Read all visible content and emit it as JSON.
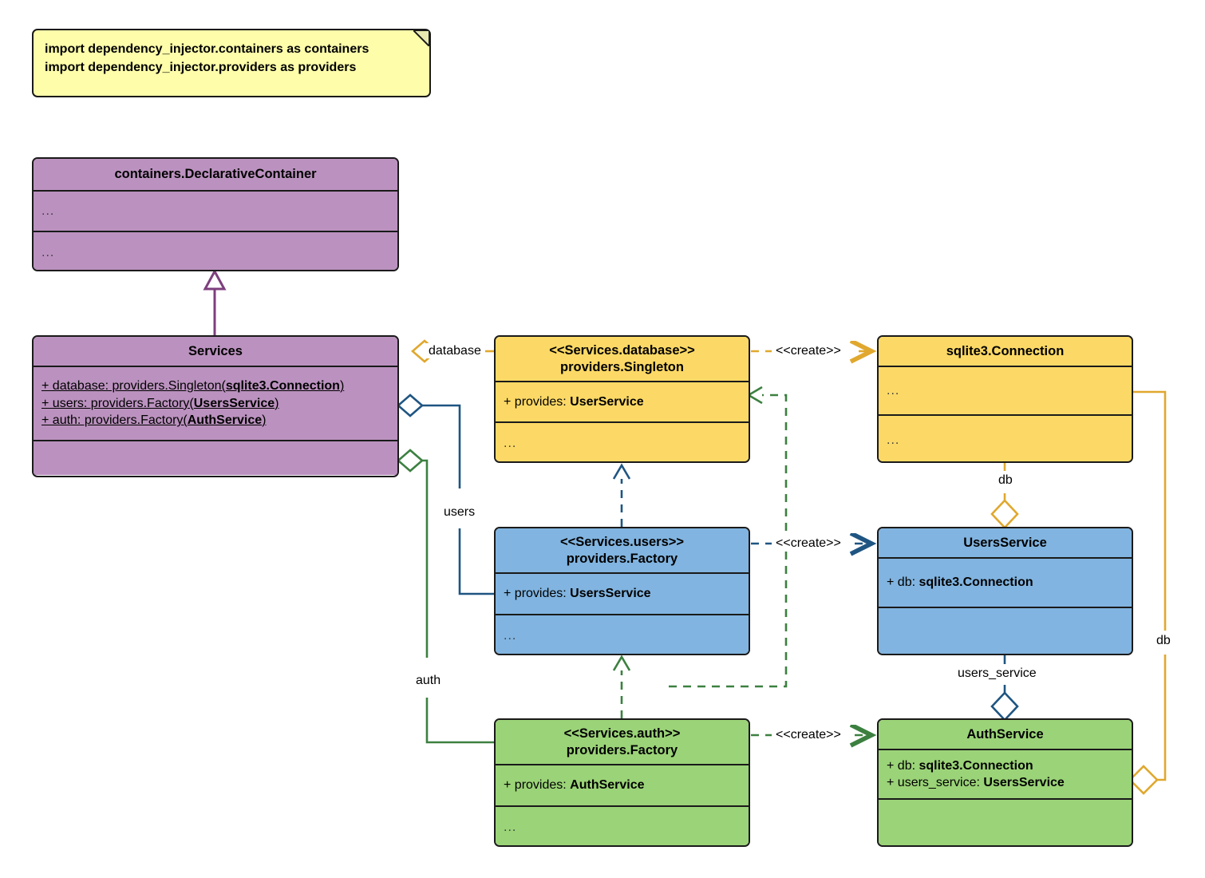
{
  "diagram": {
    "title": "Dependency Injector containers UML class diagram",
    "colors": {
      "purple": "#bb92bf",
      "yellow": "#fcd966",
      "blue": "#81b4e0",
      "green": "#9bd378",
      "note": "#fdfdaa",
      "purple_line": "#7d3f7d",
      "yellow_line": "#e0a82e",
      "blue_line": "#1f5582",
      "green_line": "#3c8040",
      "outline": "#1a1a1a"
    }
  },
  "note": {
    "lines": [
      "import dependency_injector.containers as containers",
      "import dependency_injector.providers as providers"
    ]
  },
  "classes": {
    "declarative_container": {
      "name": "containers.DeclarativeContainer",
      "attributes": [
        "..."
      ],
      "operations": [
        "..."
      ]
    },
    "services": {
      "name": "Services",
      "attributes": [
        "+ database: providers.Singleton(sqlite3.Connection)",
        "+ users: providers.Factory(UsersService)",
        "+ auth: providers.Factory(AuthService)"
      ],
      "operations": []
    },
    "services_database": {
      "stereotype": "<<Services.database>>",
      "name": "providers.Singleton",
      "attributes": [
        "+ provides: UserService"
      ],
      "operations": [
        "..."
      ]
    },
    "services_users": {
      "stereotype": "<<Services.users>>",
      "name": "providers.Factory",
      "attributes": [
        "+ provides: UsersService"
      ],
      "operations": [
        "..."
      ]
    },
    "services_auth": {
      "stereotype": "<<Services.auth>>",
      "name": "providers.Factory",
      "attributes": [
        "+ provides: AuthService"
      ],
      "operations": [
        "..."
      ]
    },
    "sqlite3_connection": {
      "name": "sqlite3.Connection",
      "attributes": [
        "..."
      ],
      "operations": [
        "..."
      ]
    },
    "users_service": {
      "name": "UsersService",
      "attributes": [
        "+ db: sqlite3.Connection"
      ],
      "operations": []
    },
    "auth_service": {
      "name": "AuthService",
      "attributes": [
        "+ db: sqlite3.Connection",
        "+ users_service: UsersService"
      ],
      "operations": []
    }
  },
  "edge_labels": {
    "database": "database",
    "users": "users",
    "auth": "auth",
    "create_database": "<<create>>",
    "create_users": "<<create>>",
    "create_auth": "<<create>>",
    "db_users": "db",
    "db_auth": "db",
    "users_service": "users_service"
  }
}
